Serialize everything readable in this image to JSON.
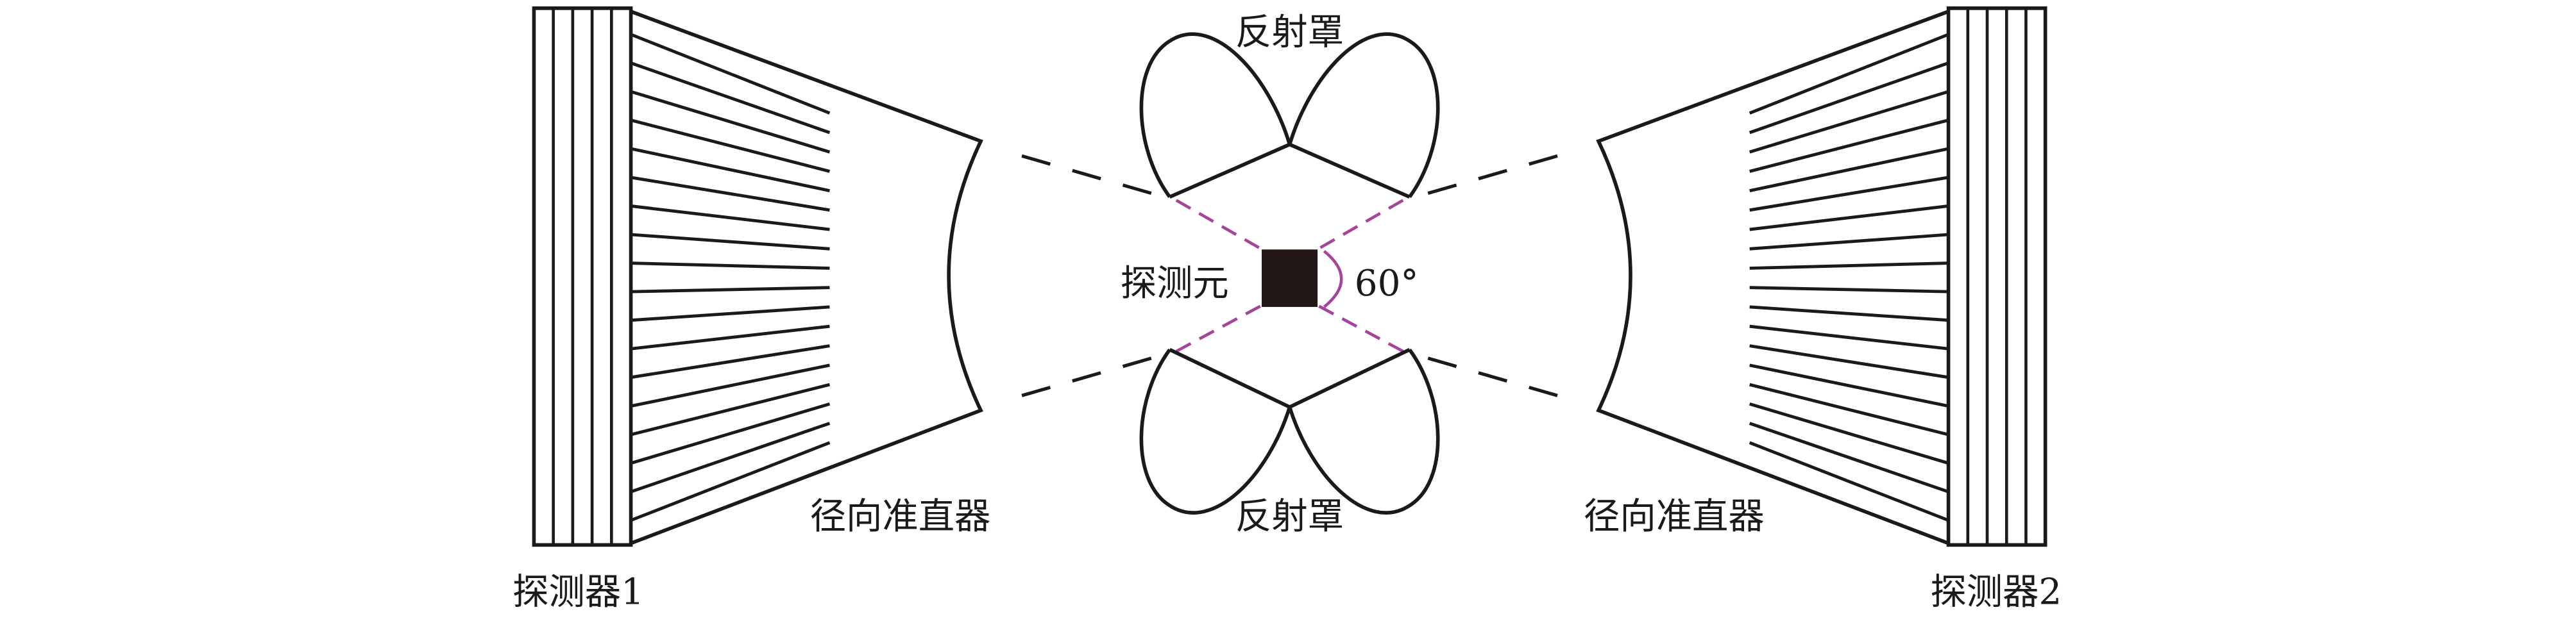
{
  "diagram": {
    "reflector_top_label": "反射罩",
    "reflector_bottom_label": "反射罩",
    "detector_element_label": "探测元",
    "angle_label": "60°",
    "collimator_left_label": "径向准直器",
    "collimator_right_label": "径向准直器",
    "detector_1_label": "探测器1",
    "detector_2_label": "探测器2"
  },
  "colors": {
    "outline": "#1a1a1a",
    "angle_lines": "#a4449b",
    "detector_element_fill": "#231815",
    "background": "#ffffff"
  }
}
